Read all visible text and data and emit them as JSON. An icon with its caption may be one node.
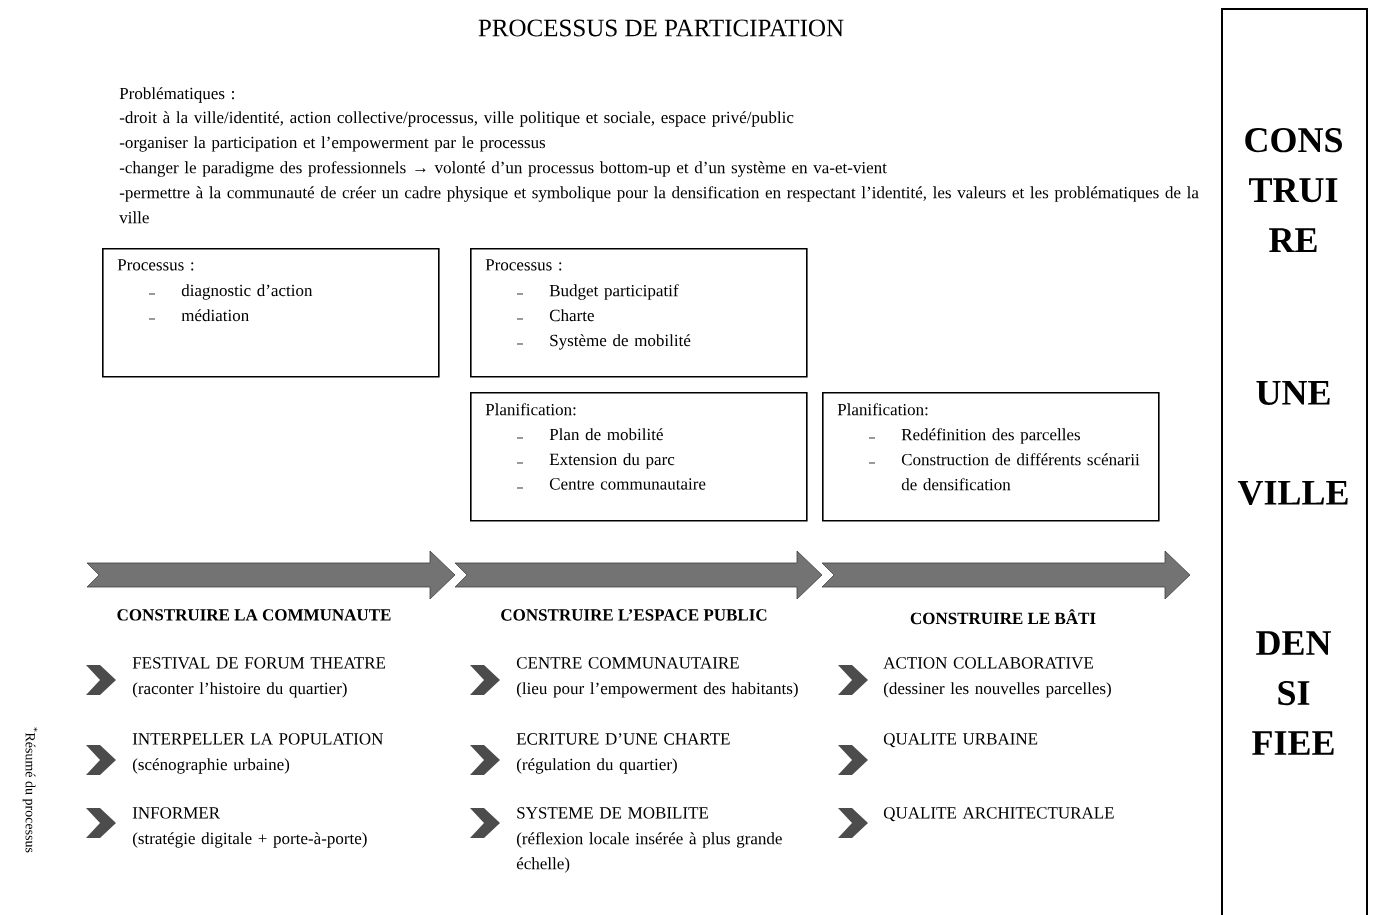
{
  "diagram": {
    "title": "PROCESSUS DE PARTICIPATION",
    "nodes": [
      {
        "text": [
          "Processus :",
          "diagnostic d’action",
          "médiation"
        ]
      },
      {
        "text": [
          "Processus :",
          "Budget participatif",
          "Charte",
          "Système de mobilité"
        ]
      },
      {
        "text": [
          "Planification:",
          "Plan de mobilité",
          "Extension du parc",
          "Centre communautaire"
        ]
      },
      {
        "text": [
          "Planification:",
          "Redéfinition des parcelles",
          "Construction de différents scénarii de densification"
        ]
      },
      {
        "text": [
          "CONS TRUI RE",
          "UNE",
          "VILLE",
          "DEN SI FIEE"
        ]
      }
    ],
    "labels": [
      "Problématiques :",
      "-droit à la ville/identité, action collective/processus, ville politique et sociale, espace privé/public",
      "-organiser la participation et l’empowerment par le processus",
      "-changer le paradigme des professionnels → volonté d’un processus bottom-up et d’un système en va-et-vient",
      "-permettre à la communauté de créer un cadre physique et symbolique pour la densification en respectant l’identité, les valeurs et les problématiques de la ville",
      "CONSTRUIRE LA COMMUNAUTE",
      "CONSTRUIRE L’ESPACE PUBLIC",
      "CONSTRUIRE LE BÂTI",
      "FESTIVAL DE FORUM THEATRE",
      "(raconter l’histoire du quartier)",
      "INTERPELLER LA POPULATION",
      "(scénographie urbaine)",
      "INFORMER",
      "(stratégie digitale + porte-à-porte)",
      "CENTRE COMMUNAUTAIRE",
      "(lieu pour l’empowerment des habitants)",
      "ECRITURE D’UNE CHARTE",
      "(régulation du quartier)",
      "SYSTEME DE MOBILITE",
      "(réflexion locale insérée à plus grande échelle)",
      "ACTION COLLABORATIVE",
      "(dessiner les nouvelles parcelles)",
      "QUALITE URBAINE",
      "QUALITE ARCHITECTURALE",
      "$^{*}$Résumé du processus"
    ]
  }
}
